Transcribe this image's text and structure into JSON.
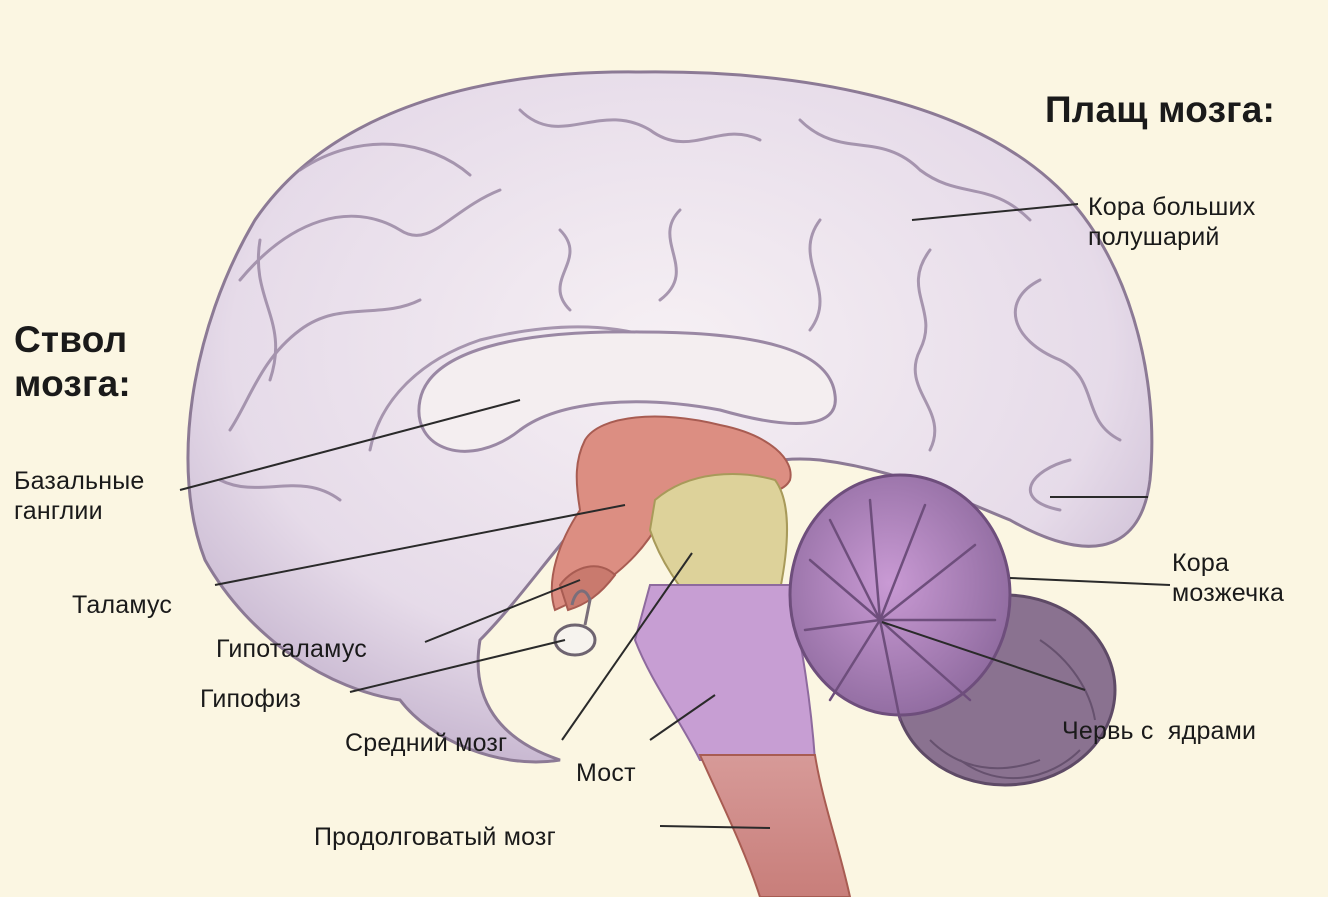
{
  "headings": {
    "cloak": "Плащ мозга:",
    "stem_line1": "Ствол",
    "stem_line2": "мозга:"
  },
  "labels": {
    "cortex_line1": "Кора больших",
    "cortex_line2": "полушарий",
    "basal_line1": "Базальные",
    "basal_line2": "ганглии",
    "thalamus": "Таламус",
    "hypothalamus": "Гипоталамус",
    "pituitary": "Гипофиз",
    "midbrain": "Средний мозг",
    "pons": "Мост",
    "medulla": "Продолговатый мозг",
    "cerebellar_cortex_line1": "Кора",
    "cerebellar_cortex_line2": "мозжечка",
    "vermis": "Червь с  ядрами"
  },
  "colors": {
    "background": "#fbf6e2",
    "cerebrum": "#ece3ee",
    "cerebrum_shade": "#b9a7c4",
    "thalamus": "#dc8e82",
    "midbrain": "#ddd29a",
    "pons": "#c79ed3",
    "medulla": "#d58a86",
    "cerebellum": "#b587c2",
    "pituitary": "#f6f3ee"
  }
}
